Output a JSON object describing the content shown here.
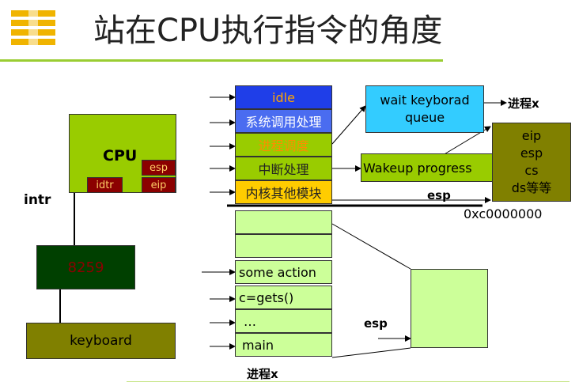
{
  "title": "站在CPU执行指令的角度",
  "cpu": {
    "label": "CPU",
    "esp": "esp",
    "eip": "eip",
    "idtr": "idtr"
  },
  "intr": "intr",
  "pic": "8259",
  "keyboard": "keyboard",
  "kernel_stack": [
    {
      "label": "idle",
      "color": "#1f3ee8",
      "text_color": "#ffa500"
    },
    {
      "label": "系统调用处理",
      "color": "#4a6cf0",
      "text_color": "#ffffff"
    },
    {
      "label": "进程调度",
      "color": "#99cc00",
      "text_color": "#ff8c00"
    },
    {
      "label": "中断处理",
      "color": "#99cc00",
      "text_color": "#222222"
    },
    {
      "label": "内核其他模块",
      "color": "#ffcc00",
      "text_color": "#222222"
    }
  ],
  "user_stack": [
    {
      "label": ""
    },
    {
      "label": ""
    },
    {
      "label": "some action"
    },
    {
      "label": "c=gets()"
    },
    {
      "label": "…"
    },
    {
      "label": "main"
    }
  ],
  "wait_queue": "wait keyborad queue",
  "wakeup": "Wakeup progress",
  "saved_regs": [
    "eip",
    "esp",
    "cs",
    "ds等等"
  ],
  "process_x_top": "进程x",
  "process_x_bottom": "进程x",
  "esp_label_kernel": "esp",
  "esp_label_user": "esp",
  "boundary_address": "0xc0000000"
}
